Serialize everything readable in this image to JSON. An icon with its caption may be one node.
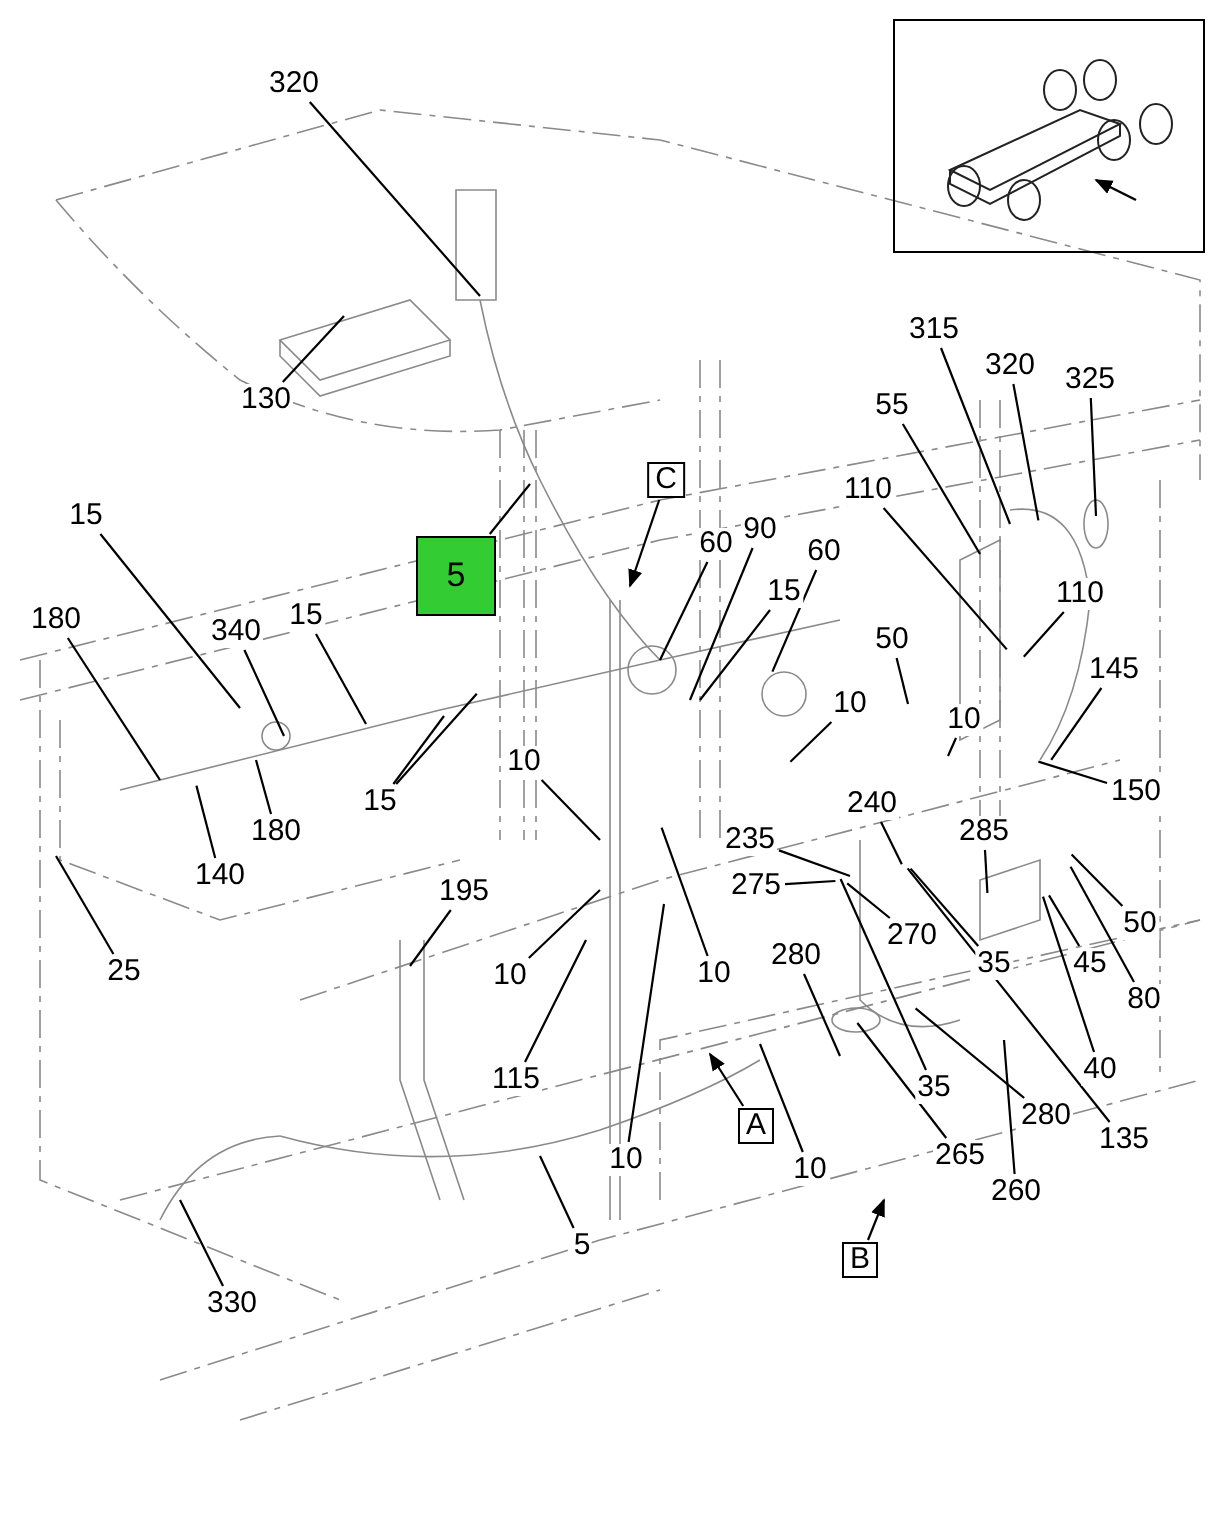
{
  "diagram": {
    "nodes": [
      {
        "text": [
          "320"
        ]
      },
      {
        "text": [
          "C"
        ]
      },
      {
        "text": [
          "315"
        ]
      },
      {
        "text": [
          "320"
        ]
      },
      {
        "text": [
          "325"
        ]
      },
      {
        "text": [
          "130"
        ]
      },
      {
        "text": [
          "55"
        ]
      },
      {
        "text": [
          "110"
        ]
      },
      {
        "text": [
          "15"
        ]
      },
      {
        "text": [
          "90"
        ]
      },
      {
        "text": [
          "60"
        ]
      },
      {
        "text": [
          "60"
        ]
      },
      {
        "text": [
          "5"
        ]
      },
      {
        "text": [
          "15"
        ]
      },
      {
        "text": [
          "110"
        ]
      },
      {
        "text": [
          "180"
        ]
      },
      {
        "text": [
          "340"
        ]
      },
      {
        "text": [
          "15"
        ]
      },
      {
        "text": [
          "50"
        ]
      },
      {
        "text": [
          "145"
        ]
      },
      {
        "text": [
          "10"
        ]
      },
      {
        "text": [
          "10"
        ]
      },
      {
        "text": [
          "240"
        ]
      },
      {
        "text": [
          "150"
        ]
      },
      {
        "text": [
          "15"
        ]
      },
      {
        "text": [
          "285"
        ]
      },
      {
        "text": [
          "10"
        ]
      },
      {
        "text": [
          "180"
        ]
      },
      {
        "text": [
          "235"
        ]
      },
      {
        "text": [
          "140"
        ]
      },
      {
        "text": [
          "275"
        ]
      },
      {
        "text": [
          "195"
        ]
      },
      {
        "text": [
          "270"
        ]
      },
      {
        "text": [
          "35"
        ]
      },
      {
        "text": [
          "45"
        ]
      },
      {
        "text": [
          "50"
        ]
      },
      {
        "text": [
          "280"
        ]
      },
      {
        "text": [
          "10"
        ]
      },
      {
        "text": [
          "25"
        ]
      },
      {
        "text": [
          "10"
        ]
      },
      {
        "text": [
          "80"
        ]
      },
      {
        "text": [
          "40"
        ]
      },
      {
        "text": [
          "115"
        ]
      },
      {
        "text": [
          "35"
        ]
      },
      {
        "text": [
          "280"
        ]
      },
      {
        "text": [
          "A"
        ]
      },
      {
        "text": [
          "135"
        ]
      },
      {
        "text": [
          "10"
        ]
      },
      {
        "text": [
          "10"
        ]
      },
      {
        "text": [
          "265"
        ]
      },
      {
        "text": [
          "260"
        ]
      },
      {
        "text": [
          "5"
        ]
      },
      {
        "text": [
          "B"
        ]
      },
      {
        "text": [
          "330"
        ]
      }
    ],
    "edges": [
      {
        "from": 0,
        "to": null,
        "arrow": "none"
      },
      {
        "from": 1,
        "to": null,
        "arrow": "to"
      },
      {
        "from": 2,
        "to": null,
        "arrow": "none"
      },
      {
        "from": 3,
        "to": null,
        "arrow": "none"
      },
      {
        "from": 4,
        "to": null,
        "arrow": "none"
      },
      {
        "from": 5,
        "to": null,
        "arrow": "none"
      },
      {
        "from": 6,
        "to": null,
        "arrow": "none"
      },
      {
        "from": 7,
        "to": null,
        "arrow": "none"
      },
      {
        "from": 8,
        "to": null,
        "arrow": "none"
      },
      {
        "from": 9,
        "to": null,
        "arrow": "none"
      },
      {
        "from": 10,
        "to": null,
        "arrow": "none"
      },
      {
        "from": 11,
        "to": null,
        "arrow": "none"
      },
      {
        "from": 12,
        "to": null,
        "arrow": "none"
      },
      {
        "from": 13,
        "to": null,
        "arrow": "none"
      },
      {
        "from": 14,
        "to": null,
        "arrow": "none"
      },
      {
        "from": 15,
        "to": null,
        "arrow": "none"
      },
      {
        "from": 16,
        "to": null,
        "arrow": "none"
      },
      {
        "from": 17,
        "to": null,
        "arrow": "none"
      },
      {
        "from": 18,
        "to": null,
        "arrow": "none"
      },
      {
        "from": 19,
        "to": null,
        "arrow": "none"
      },
      {
        "from": 20,
        "to": null,
        "arrow": "none"
      },
      {
        "from": 21,
        "to": null,
        "arrow": "none"
      },
      {
        "from": 22,
        "to": null,
        "arrow": "none"
      },
      {
        "from": 23,
        "to": null,
        "arrow": "none"
      },
      {
        "from": 24,
        "to": null,
        "arrow": "none"
      },
      {
        "from": 24,
        "to": null,
        "arrow": "none"
      },
      {
        "from": 25,
        "to": null,
        "arrow": "none"
      },
      {
        "from": 26,
        "to": null,
        "arrow": "none"
      },
      {
        "from": 27,
        "to": null,
        "arrow": "none"
      },
      {
        "from": 28,
        "to": null,
        "arrow": "none"
      },
      {
        "from": 29,
        "to": null,
        "arrow": "none"
      },
      {
        "from": 30,
        "to": null,
        "arrow": "none"
      },
      {
        "from": 31,
        "to": null,
        "arrow": "none"
      },
      {
        "from": 32,
        "to": null,
        "arrow": "none"
      },
      {
        "from": 33,
        "to": null,
        "arrow": "none"
      },
      {
        "from": 34,
        "to": null,
        "arrow": "none"
      },
      {
        "from": 35,
        "to": null,
        "arrow": "none"
      },
      {
        "from": 36,
        "to": null,
        "arrow": "none"
      },
      {
        "from": 37,
        "to": null,
        "arrow": "none"
      },
      {
        "from": 38,
        "to": null,
        "arrow": "none"
      },
      {
        "from": 39,
        "to": null,
        "arrow": "none"
      },
      {
        "from": 40,
        "to": null,
        "arrow": "none"
      },
      {
        "from": 41,
        "to": null,
        "arrow": "none"
      },
      {
        "from": 42,
        "to": null,
        "arrow": "none"
      },
      {
        "from": 43,
        "to": null,
        "arrow": "none"
      },
      {
        "from": 44,
        "to": null,
        "arrow": "none"
      },
      {
        "from": 45,
        "to": null,
        "arrow": "to"
      },
      {
        "from": 46,
        "to": null,
        "arrow": "none"
      },
      {
        "from": 47,
        "to": null,
        "arrow": "none"
      },
      {
        "from": 48,
        "to": null,
        "arrow": "none"
      },
      {
        "from": 49,
        "to": null,
        "arrow": "none"
      },
      {
        "from": 50,
        "to": null,
        "arrow": "none"
      },
      {
        "from": 51,
        "to": null,
        "arrow": "none"
      },
      {
        "from": 52,
        "to": null,
        "arrow": "to"
      },
      {
        "from": 53,
        "to": null,
        "arrow": "none"
      }
    ]
  }
}
